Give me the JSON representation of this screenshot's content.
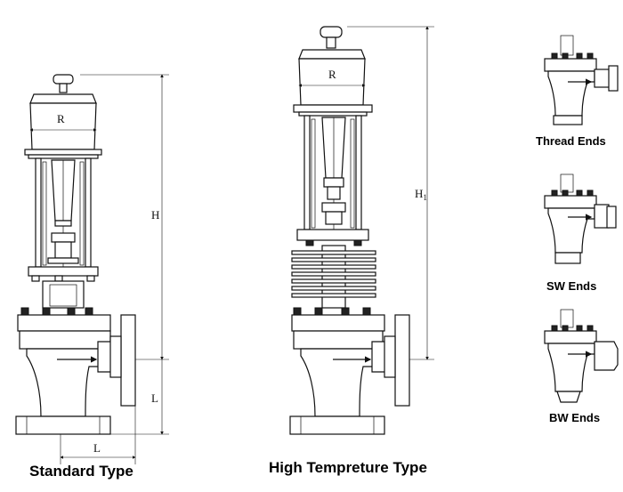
{
  "captions": {
    "standard": "Standard Type",
    "high_temp": "High Tempreture Type",
    "thread": "Thread Ends",
    "sw": "SW Ends",
    "bw": "BW Ends"
  },
  "dimensions": {
    "r_std": "R",
    "r_ht": "R",
    "h": "H",
    "h1": "H",
    "h1_sub": "1",
    "l_vertical": "L",
    "l_horizontal": "L"
  }
}
